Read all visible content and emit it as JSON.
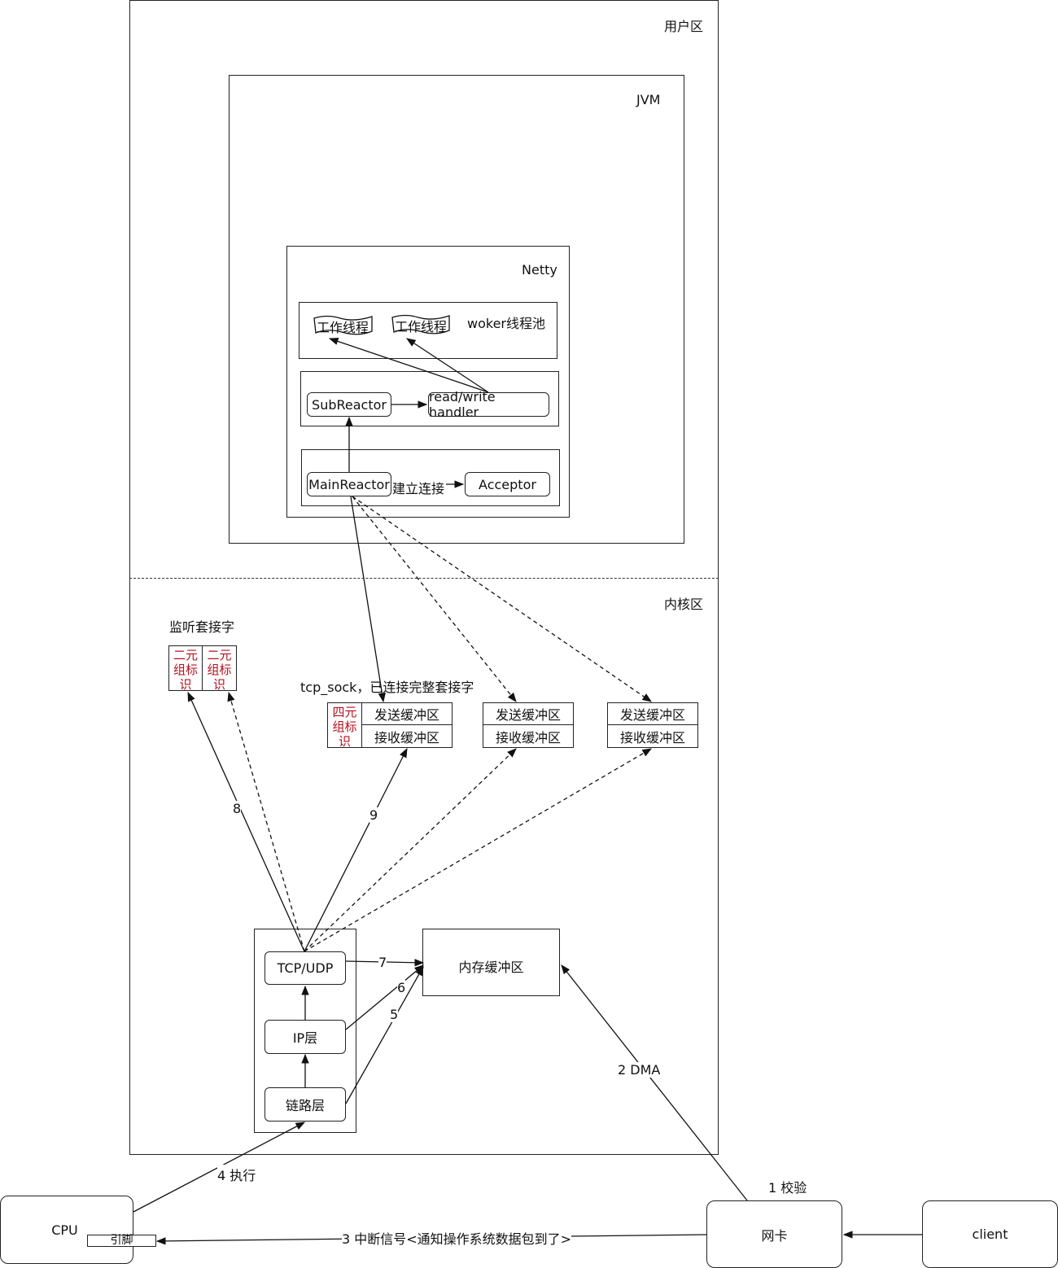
{
  "zones": {
    "user": "用户区",
    "kernel": "内核区",
    "jvm": "JVM",
    "netty": "Netty"
  },
  "worker_pool": {
    "thread1": "工作线程",
    "thread2": "工作线程",
    "label": "woker线程池"
  },
  "sub_reactor": {
    "name": "SubReactor",
    "handler": "read/write handler"
  },
  "main_reactor": {
    "name": "MainReactor",
    "edge": "建立连接",
    "acceptor": "Acceptor"
  },
  "listen_socket": {
    "title": "监听套接字",
    "id1": "二元组标识",
    "id2": "二元组标识"
  },
  "tcp_sock": {
    "title": "tcp_sock，已连接完整套接字",
    "id": "四元组标识",
    "send": "发送缓冲区",
    "recv": "接收缓冲区"
  },
  "buffers2": {
    "send": "发送缓冲区",
    "recv": "接收缓冲区"
  },
  "buffers3": {
    "send": "发送缓冲区",
    "recv": "接收缓冲区"
  },
  "protocol": {
    "tcp": "TCP/UDP",
    "ip": "IP层",
    "link": "链路层"
  },
  "memory_buffer": "内存缓冲区",
  "nodes": {
    "cpu": "CPU",
    "pin": "引脚",
    "nic": "网卡",
    "client": "client"
  },
  "edges": {
    "e1": "1 校验",
    "e2": "2 DMA",
    "e3": "3 中断信号<通知操作系统数据包到了>",
    "e4": "4 执行",
    "e5": "5",
    "e6": "6",
    "e7": "7",
    "e8": "8",
    "e9": "9"
  }
}
